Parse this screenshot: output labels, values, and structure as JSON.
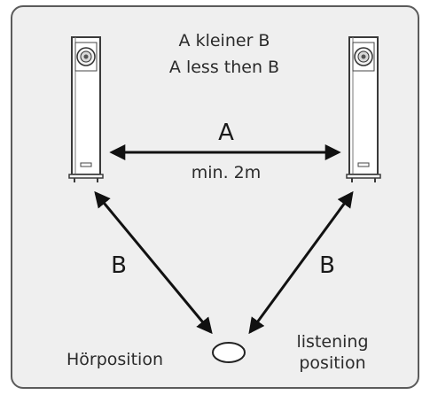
{
  "header": {
    "line1": "A kleiner B",
    "line2": "A less then B"
  },
  "labels": {
    "a": "A",
    "min_distance": "min. 2m",
    "b_left": "B",
    "b_right": "B",
    "listening_de": "Hörposition",
    "listening_en_line1": "listening",
    "listening_en_line2": "position"
  },
  "colors": {
    "panel_fill": "#efefef",
    "panel_border": "#5b5b5b",
    "line": "#111111",
    "text": "#2b2b2b"
  },
  "icons": {
    "speaker_left": "speaker-icon",
    "speaker_right": "speaker-icon",
    "listener": "ellipse-icon"
  }
}
